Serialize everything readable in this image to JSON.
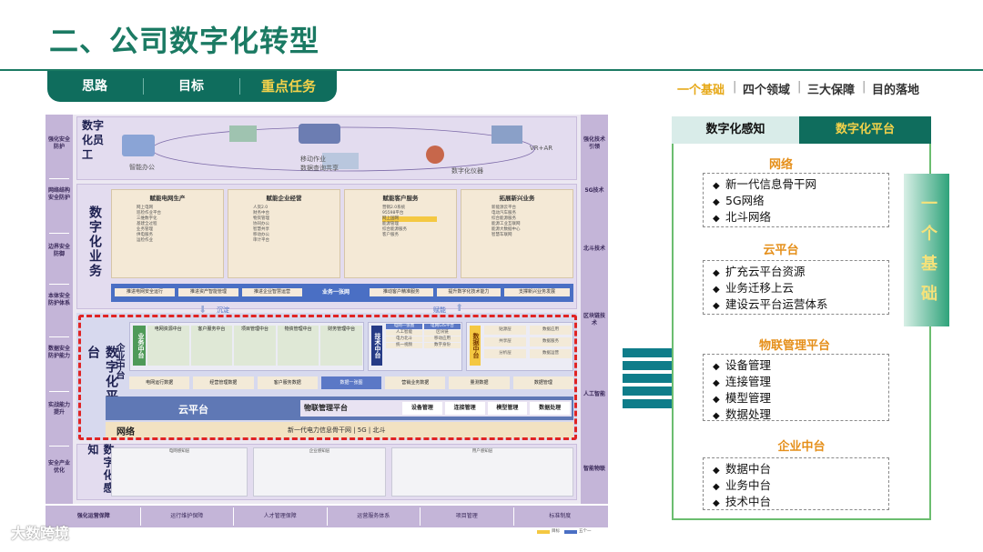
{
  "header": {
    "title": "二、公司数字化转型",
    "tabs": [
      "思路",
      "目标",
      "重点任务"
    ],
    "active_tab": 2,
    "breadcrumbs": [
      "一个基础",
      "四个领域",
      "三大保障",
      "目的落地"
    ],
    "active_crumb": 0
  },
  "diagram": {
    "left_labels": [
      "强化安全防护",
      "网络结构安全防护",
      "边界安全防御",
      "本体安全防护体系",
      "数据安全防护能力",
      "实战能力提升",
      "安全产业优化"
    ],
    "right_labels": [
      "强化技术引领",
      "5G技术",
      "北斗技术",
      "区块链技术",
      "人工智能",
      "智能物联"
    ],
    "layers": {
      "employee": "数字化员工",
      "business": "数字化业务",
      "platform": "数字化平台",
      "sense": "数字化感知"
    },
    "employee_items": [
      "智能办公",
      "移动作业",
      "数据查询共享",
      "数字化仪器",
      "VR+AR"
    ],
    "business_panes": [
      {
        "title": "赋能电网生产",
        "lines": [
          "网上电网",
          "巡检作业平台",
          "三维数字化",
          "基建全过程",
          "业务管理",
          "供电服务",
          "运检作业"
        ]
      },
      {
        "title": "赋能企业经营",
        "lines": [
          "人资2.0",
          "财务中台",
          "物资管理",
          "协同办公",
          "智慧共享",
          "移动办公",
          "审计平台"
        ]
      },
      {
        "title": "赋能客户服务",
        "lines": [
          "营销2.0系统",
          "95598平台",
          "网上国网",
          "能源管理",
          "综合能源服务",
          "客户服务"
        ]
      },
      {
        "title": "拓展新兴业务",
        "lines": [
          "新能源云平台",
          "电动汽车服务",
          "综合能源服务",
          "能源工业互联网",
          "能源大数据中心",
          "智慧车联网"
        ]
      }
    ],
    "business_band": [
      "推进电网安全运行",
      "推进资产智能管理",
      "推进企业智慧运营",
      "业务一张网",
      "推动客户精准服务",
      "提升数字化技术能力",
      "支撑新兴业务发展"
    ],
    "arrow_labels": [
      "沉淀",
      "赋能"
    ],
    "platform": {
      "enterprise_center": "企业中台",
      "business_center": "业务中台",
      "tech_center": "技术中台",
      "data_center": "数据中台",
      "biz_groups": [
        "电网资源中台",
        "客户服务中台",
        "项目管理中台",
        "物资管理中台",
        "财务管理中台"
      ],
      "tech_items": [
        "电网一张图",
        "电网GIS平台",
        "人工智能",
        "区块链",
        "电力北斗",
        "移动应用",
        "统一视频",
        "数字身份"
      ],
      "data_items": [
        "贴源层",
        "共享层",
        "分析层",
        "数据应用",
        "数据服务",
        "数据运营"
      ],
      "data_band": [
        "电网运行数据",
        "经营管理数据",
        "客户服务数据",
        "数据一张图",
        "营销业务数据",
        "量测数据",
        "数据管理"
      ],
      "cloud": "云平台",
      "iot": "物联管理平台",
      "iot_items": [
        "设备管理",
        "连接管理",
        "模型管理",
        "数据处理"
      ],
      "network": "网络",
      "network_items": "新一代电力信息骨干网 | 5G | 北斗"
    },
    "sense_groups": [
      "电网感知层",
      "企业感知层",
      "用户感知层"
    ],
    "bottom_labels": [
      "强化运营保障",
      "运行维护保障",
      "人才管理保障",
      "运营服务体系",
      "项目管理",
      "标准制度"
    ],
    "legend": [
      "目标",
      "五个一"
    ]
  },
  "right_panel": {
    "tab_left": "数字化感知",
    "tab_right": "数字化平台",
    "banner_chars": [
      "一",
      "个",
      "基",
      "础"
    ],
    "sections": [
      {
        "title": "网络",
        "items": [
          "新一代信息骨干网",
          "5G网络",
          "北斗网络"
        ]
      },
      {
        "title": "云平台",
        "items": [
          "扩充云平台资源",
          "业务迁移上云",
          "建设云平台运营体系"
        ]
      },
      {
        "title": "物联管理平台",
        "items": [
          "设备管理",
          "连接管理",
          "模型管理",
          "数据处理"
        ]
      },
      {
        "title": "企业中台",
        "items": [
          "数据中台",
          "业务中台",
          "技术中台"
        ]
      }
    ],
    "bullet": "◆"
  },
  "watermark": "大数跨境",
  "colors": {
    "teal": "#0f6d5d",
    "gold": "#f4d24a",
    "orange": "#e58f1a",
    "red_dash": "#e02424",
    "purple": "#c4b5d8",
    "green_border": "#6bbd6f"
  }
}
